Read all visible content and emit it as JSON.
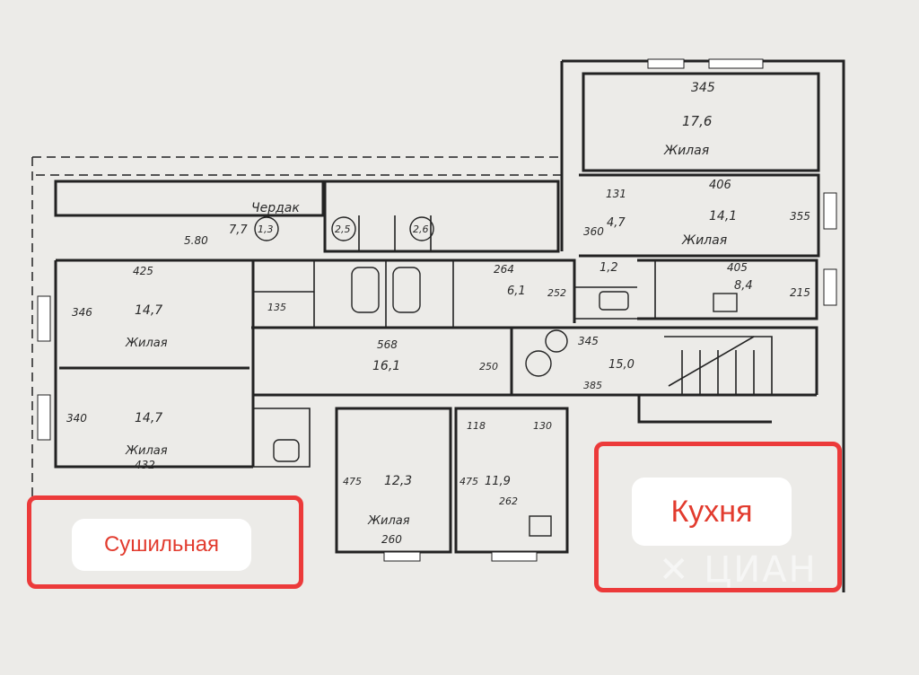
{
  "callouts": {
    "drying_room": "Сушильная",
    "kitchen": "Кухня"
  },
  "watermark": "✕ ЦИАН",
  "plan": {
    "room4_area": "17,6",
    "room4_label": "Жилая",
    "room4_dim": "345",
    "room5_area": "14,1",
    "room5_label": "Жилая",
    "room5_dim": "406",
    "room6a_area": "14,7",
    "room6a_label": "Жилая",
    "room6a_dim": "425",
    "room6b_area": "14,7",
    "room6b_label": "Жилая",
    "room6b_dim": "432",
    "room6c_area": "8,4",
    "room6c_dim": "405",
    "room3_area": "12,3",
    "room3_label": "Жилая",
    "room3_dim": "260",
    "corridor_area": "16,1",
    "corridor_dim": "568",
    "hall_area": "15,0",
    "hall_dim": "345",
    "pantry_label": "Чердак",
    "pantry_area": "7,7",
    "pantry_dim": "5.80",
    "small_1": "1,3",
    "small_2": "2,5",
    "small_3": "2,6",
    "small_4": "6,1",
    "small_5": "4,7",
    "small_6": "1,2",
    "small_7": "11,9",
    "dim_264": "264",
    "dim_252": "252",
    "dim_262": "262",
    "dim_475a": "475",
    "dim_475b": "475",
    "dim_118": "118",
    "dim_130": "130",
    "dim_385": "385",
    "dim_250": "250",
    "dim_135": "135",
    "dim_340": "340",
    "dim_346": "346",
    "dim_355": "355",
    "dim_360": "360",
    "dim_215": "215",
    "dim_131": "131"
  }
}
